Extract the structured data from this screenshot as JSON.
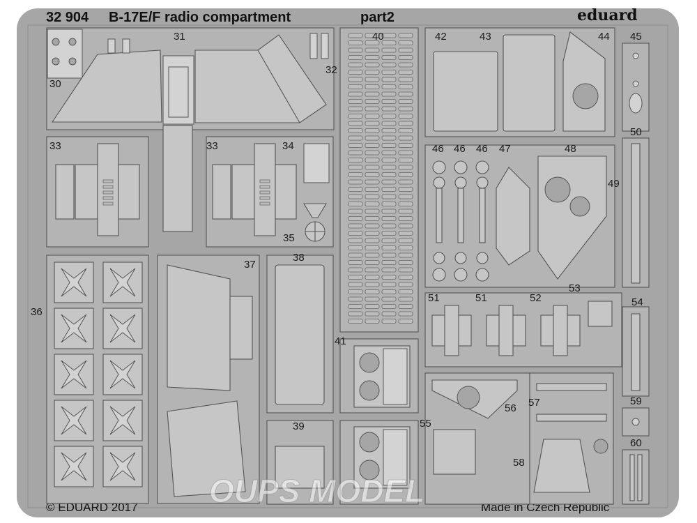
{
  "sheet": {
    "catalog_number": "32 904",
    "title": "B-17E/F radio compartment",
    "part_label": "part2",
    "brand": "eduard",
    "copyright": "© EDUARD 2017",
    "origin": "Made in Czech Republic",
    "watermark": "OUPS MODEL"
  },
  "part_numbers": {
    "p30": "30",
    "p31": "31",
    "p32": "32",
    "p33a": "33",
    "p33b": "33",
    "p34": "34",
    "p35": "35",
    "p36": "36",
    "p37": "37",
    "p38": "38",
    "p39": "39",
    "p40": "40",
    "p41": "41",
    "p42": "42",
    "p43": "43",
    "p44": "44",
    "p45": "45",
    "p46a": "46",
    "p46b": "46",
    "p46c": "46",
    "p47": "47",
    "p48": "48",
    "p49": "49",
    "p50": "50",
    "p51a": "51",
    "p51b": "51",
    "p52": "52",
    "p53": "53",
    "p54": "54",
    "p55": "55",
    "p56": "56",
    "p57": "57",
    "p58": "58",
    "p59": "59",
    "p60": "60"
  }
}
